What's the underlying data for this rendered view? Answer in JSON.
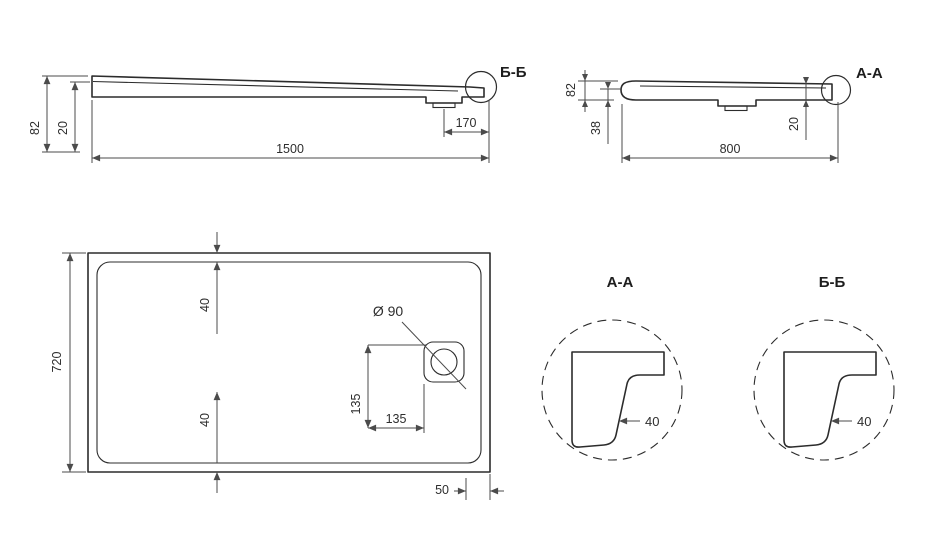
{
  "drawing": {
    "side_view_bb": {
      "callout_label": "Б-Б",
      "dim_height": "82",
      "dim_rim": "20",
      "dim_length": "1500",
      "dim_drain_offset": "170"
    },
    "side_view_aa": {
      "callout_label": "A-A",
      "dim_height": "82",
      "dim_depth": "38",
      "dim_width": "800",
      "dim_rim": "20"
    },
    "plan_view": {
      "dim_depth": "720",
      "dim_rim_top": "40",
      "dim_rim_bottom": "40",
      "drain_label": "Ø 90",
      "dim_drain_vertical": "135",
      "dim_drain_horizontal": "135",
      "dim_corner": "50"
    },
    "detail_aa": {
      "label": "A-A",
      "dim_wall": "40"
    },
    "detail_bb": {
      "label": "Б-Б",
      "dim_wall": "40"
    },
    "colors": {
      "line": "#2c2c2c",
      "dim_line": "#4b4b4b",
      "background": "#ffffff"
    }
  }
}
